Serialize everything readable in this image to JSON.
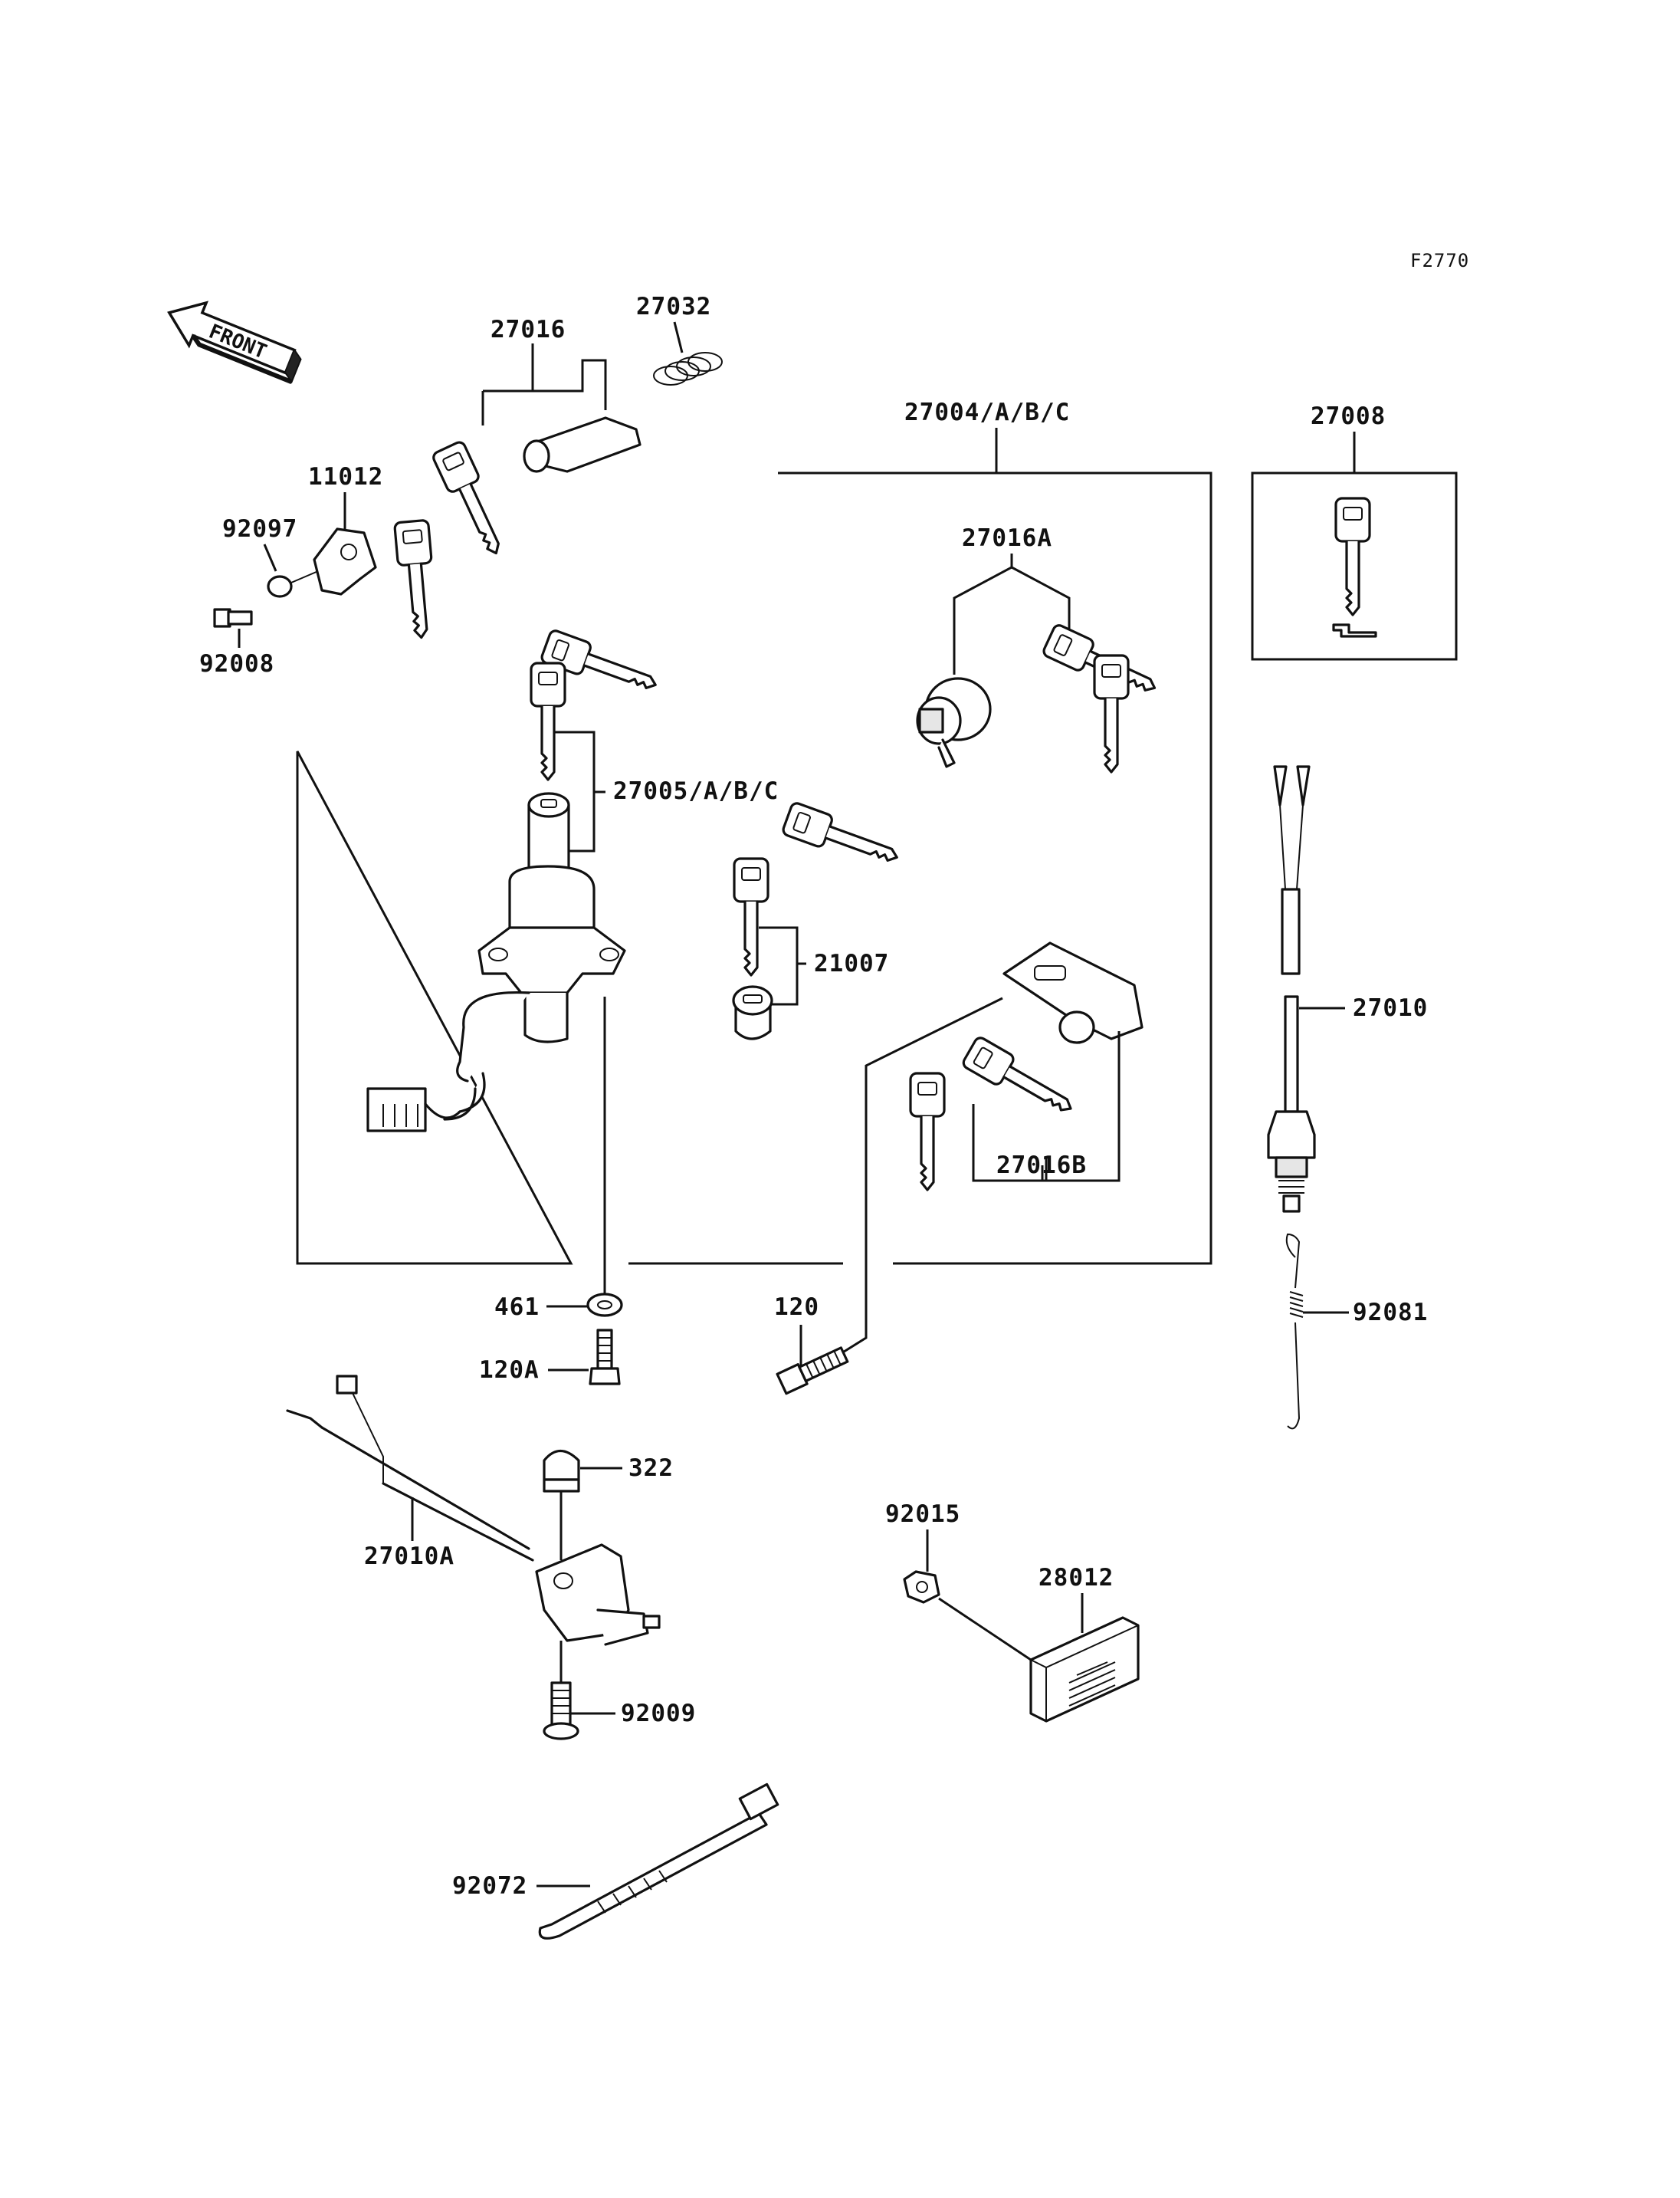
{
  "figure_ref": "F2770",
  "front_arrow": "FRONT",
  "parts": {
    "p27016": "27016",
    "p27032": "27032",
    "p11012": "11012",
    "p92097": "92097",
    "p92008": "92008",
    "p27004": "27004/A/B/C",
    "p27008": "27008",
    "p27016A": "27016A",
    "p27005": "27005/A/B/C",
    "p21007": "21007",
    "p27010": "27010",
    "p27016B": "27016B",
    "p461": "461",
    "p120": "120",
    "p120A": "120A",
    "p92081": "92081",
    "p322": "322",
    "p27010A": "27010A",
    "p92015": "92015",
    "p28012": "28012",
    "p92009": "92009",
    "p92072": "92072"
  }
}
